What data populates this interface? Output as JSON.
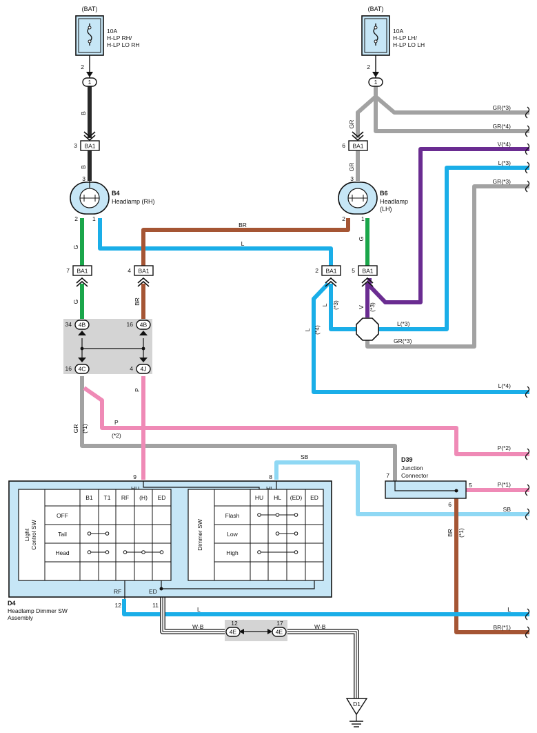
{
  "colors": {
    "B": "#2a2a2a",
    "GR": "#a2a2a2",
    "G": "#1aa64a",
    "L": "#1aaee8",
    "BR": "#a55534",
    "V": "#6a2c91",
    "P": "#ef8ab6",
    "SB": "#8fd8f4",
    "component_fill": "#c6e6f6",
    "junction_fill": "#d4d4d4"
  },
  "bat_left": "(BAT)",
  "bat_right": "(BAT)",
  "fuse_rh": {
    "amp": "10A",
    "line1": "H-LP RH/",
    "line2": "H-LP LO RH"
  },
  "fuse_lh": {
    "amp": "10A",
    "line1": "H-LP LH/",
    "line2": "H-LP LO LH"
  },
  "b4": {
    "code": "B4",
    "name": "Headlamp (RH)"
  },
  "b6": {
    "code": "B6",
    "name1": "Headlamp",
    "name2": "(LH)"
  },
  "d39": {
    "code": "D39",
    "name1": "Junction",
    "name2": "Connector"
  },
  "d4": {
    "code": "D4",
    "name1": "Headlamp Dimmer SW",
    "name2": "Assembly"
  },
  "ground": "D1",
  "connectors": {
    "ba1": "BA1",
    "c4b": "4B",
    "c4c": "4C",
    "c4j": "4J",
    "c4e": "4E",
    "c1": "1"
  },
  "pins": {
    "p1": "1",
    "p2": "2",
    "p3": "3",
    "p4": "4",
    "p5": "5",
    "p6": "6",
    "p7": "7",
    "p8": "8",
    "p9": "9",
    "p11": "11",
    "p12": "12",
    "p16": "16",
    "p17": "17",
    "p34": "34"
  },
  "wires": {
    "B": "B",
    "GR": "GR",
    "G": "G",
    "L": "L",
    "BR": "BR",
    "V": "V",
    "P": "P",
    "SB": "SB",
    "WB": "W-B",
    "gr3": "GR(*3)",
    "gr4": "GR(*4)",
    "v4": "V(*4)",
    "l3": "L(*3)",
    "l4": "L(*4)",
    "p2": "P(*2)",
    "p1": "P(*1)",
    "br1": "BR(*1)"
  },
  "notes": {
    "n1": "(*1)",
    "n2": "(*2)",
    "n3": "(*3)",
    "n4": "(*4)"
  },
  "terms": {
    "HU": "HU",
    "HL": "HL",
    "RF": "RF",
    "ED": "ED"
  },
  "light_control": {
    "title1": "Light",
    "title2": "Control SW",
    "headers": [
      "B1",
      "T1",
      "RF",
      "(H)",
      "ED"
    ],
    "rows": [
      "OFF",
      "Tail",
      "Head"
    ]
  },
  "dimmer": {
    "title": "Dimmer SW",
    "headers": [
      "HU",
      "HL",
      "(ED)",
      "ED"
    ],
    "rows": [
      "Flash",
      "Low",
      "High"
    ]
  }
}
